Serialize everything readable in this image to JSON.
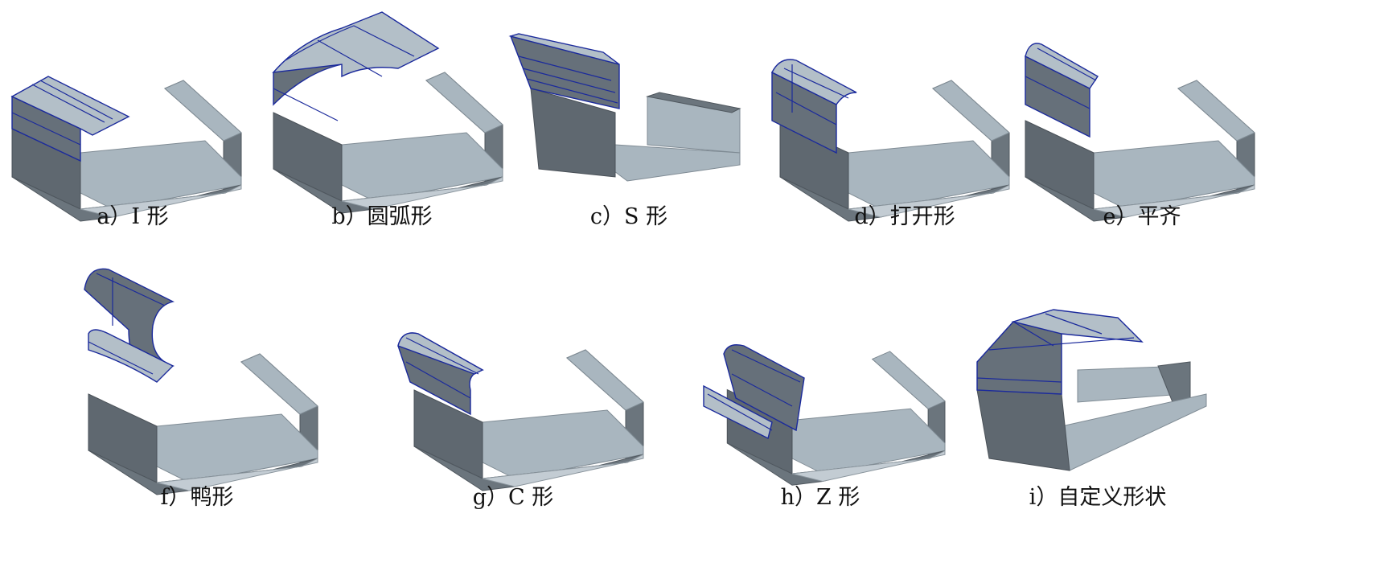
{
  "panels": [
    {
      "id": "a",
      "caption": "a）I 形"
    },
    {
      "id": "b",
      "caption": "b）圆弧形"
    },
    {
      "id": "c",
      "caption": "c）S 形"
    },
    {
      "id": "d",
      "caption": "d）打开形"
    },
    {
      "id": "e",
      "caption": "e）平齐"
    },
    {
      "id": "f",
      "caption": "f）鸭形"
    },
    {
      "id": "g",
      "caption": "g）C 形"
    },
    {
      "id": "h",
      "caption": "h）Z 形"
    },
    {
      "id": "i",
      "caption": "i）自定义形状"
    }
  ],
  "colors": {
    "top_face": "#a9b6bf",
    "side_face": "#6b757d",
    "edge_wire": "#1b2a9c"
  }
}
